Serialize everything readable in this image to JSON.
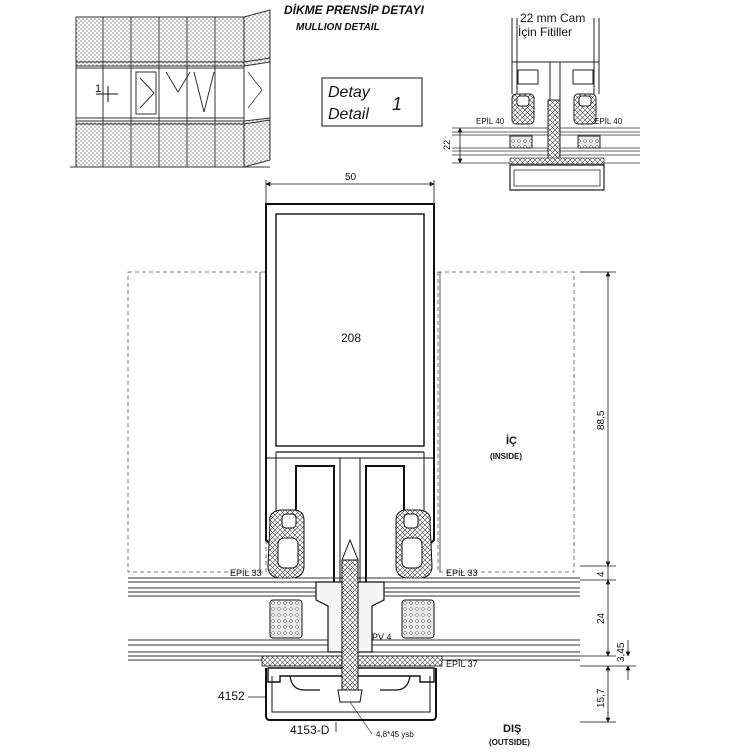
{
  "title": {
    "line1": "DİKME PRENSİP DETAYI",
    "line2": "MULLION DETAIL"
  },
  "detail_box": {
    "line1": "Detay",
    "line2": "Detail",
    "number": "1"
  },
  "elevation": {
    "marker": "1"
  },
  "small_detail": {
    "caption_line1": "22 mm Cam",
    "caption_line2": "İçin Fitiller",
    "left_gasket": "EPİL 40",
    "right_gasket": "EPİL 40",
    "dim": "22"
  },
  "main_detail": {
    "width_dim": "50",
    "profile": "208",
    "inside_line1": "İÇ",
    "inside_line2": "(INSIDE)",
    "outside_line1": "DIŞ",
    "outside_line2": "(OUTSIDE)",
    "gasket_left": "EPİL 33",
    "gasket_right": "EPİL 33",
    "gasket_bottom": "EPİL 37",
    "pressure_part": "PV 4",
    "pressure_plate": "4152",
    "cover_cap": "4153-D",
    "screw": "4,8*45 ysb",
    "dims": {
      "d1": "88,5",
      "d2": "4",
      "d3": "24",
      "d4": "3,45",
      "d5": "15,7"
    }
  }
}
